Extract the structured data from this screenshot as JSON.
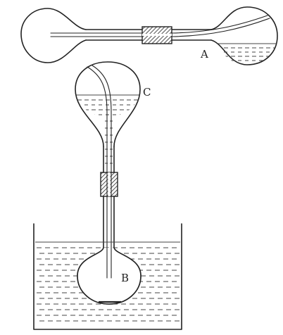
{
  "labels": {
    "a": "A",
    "b": "B",
    "c": "C"
  },
  "colors": {
    "ink": "#222222",
    "paper": "#ffffff"
  }
}
